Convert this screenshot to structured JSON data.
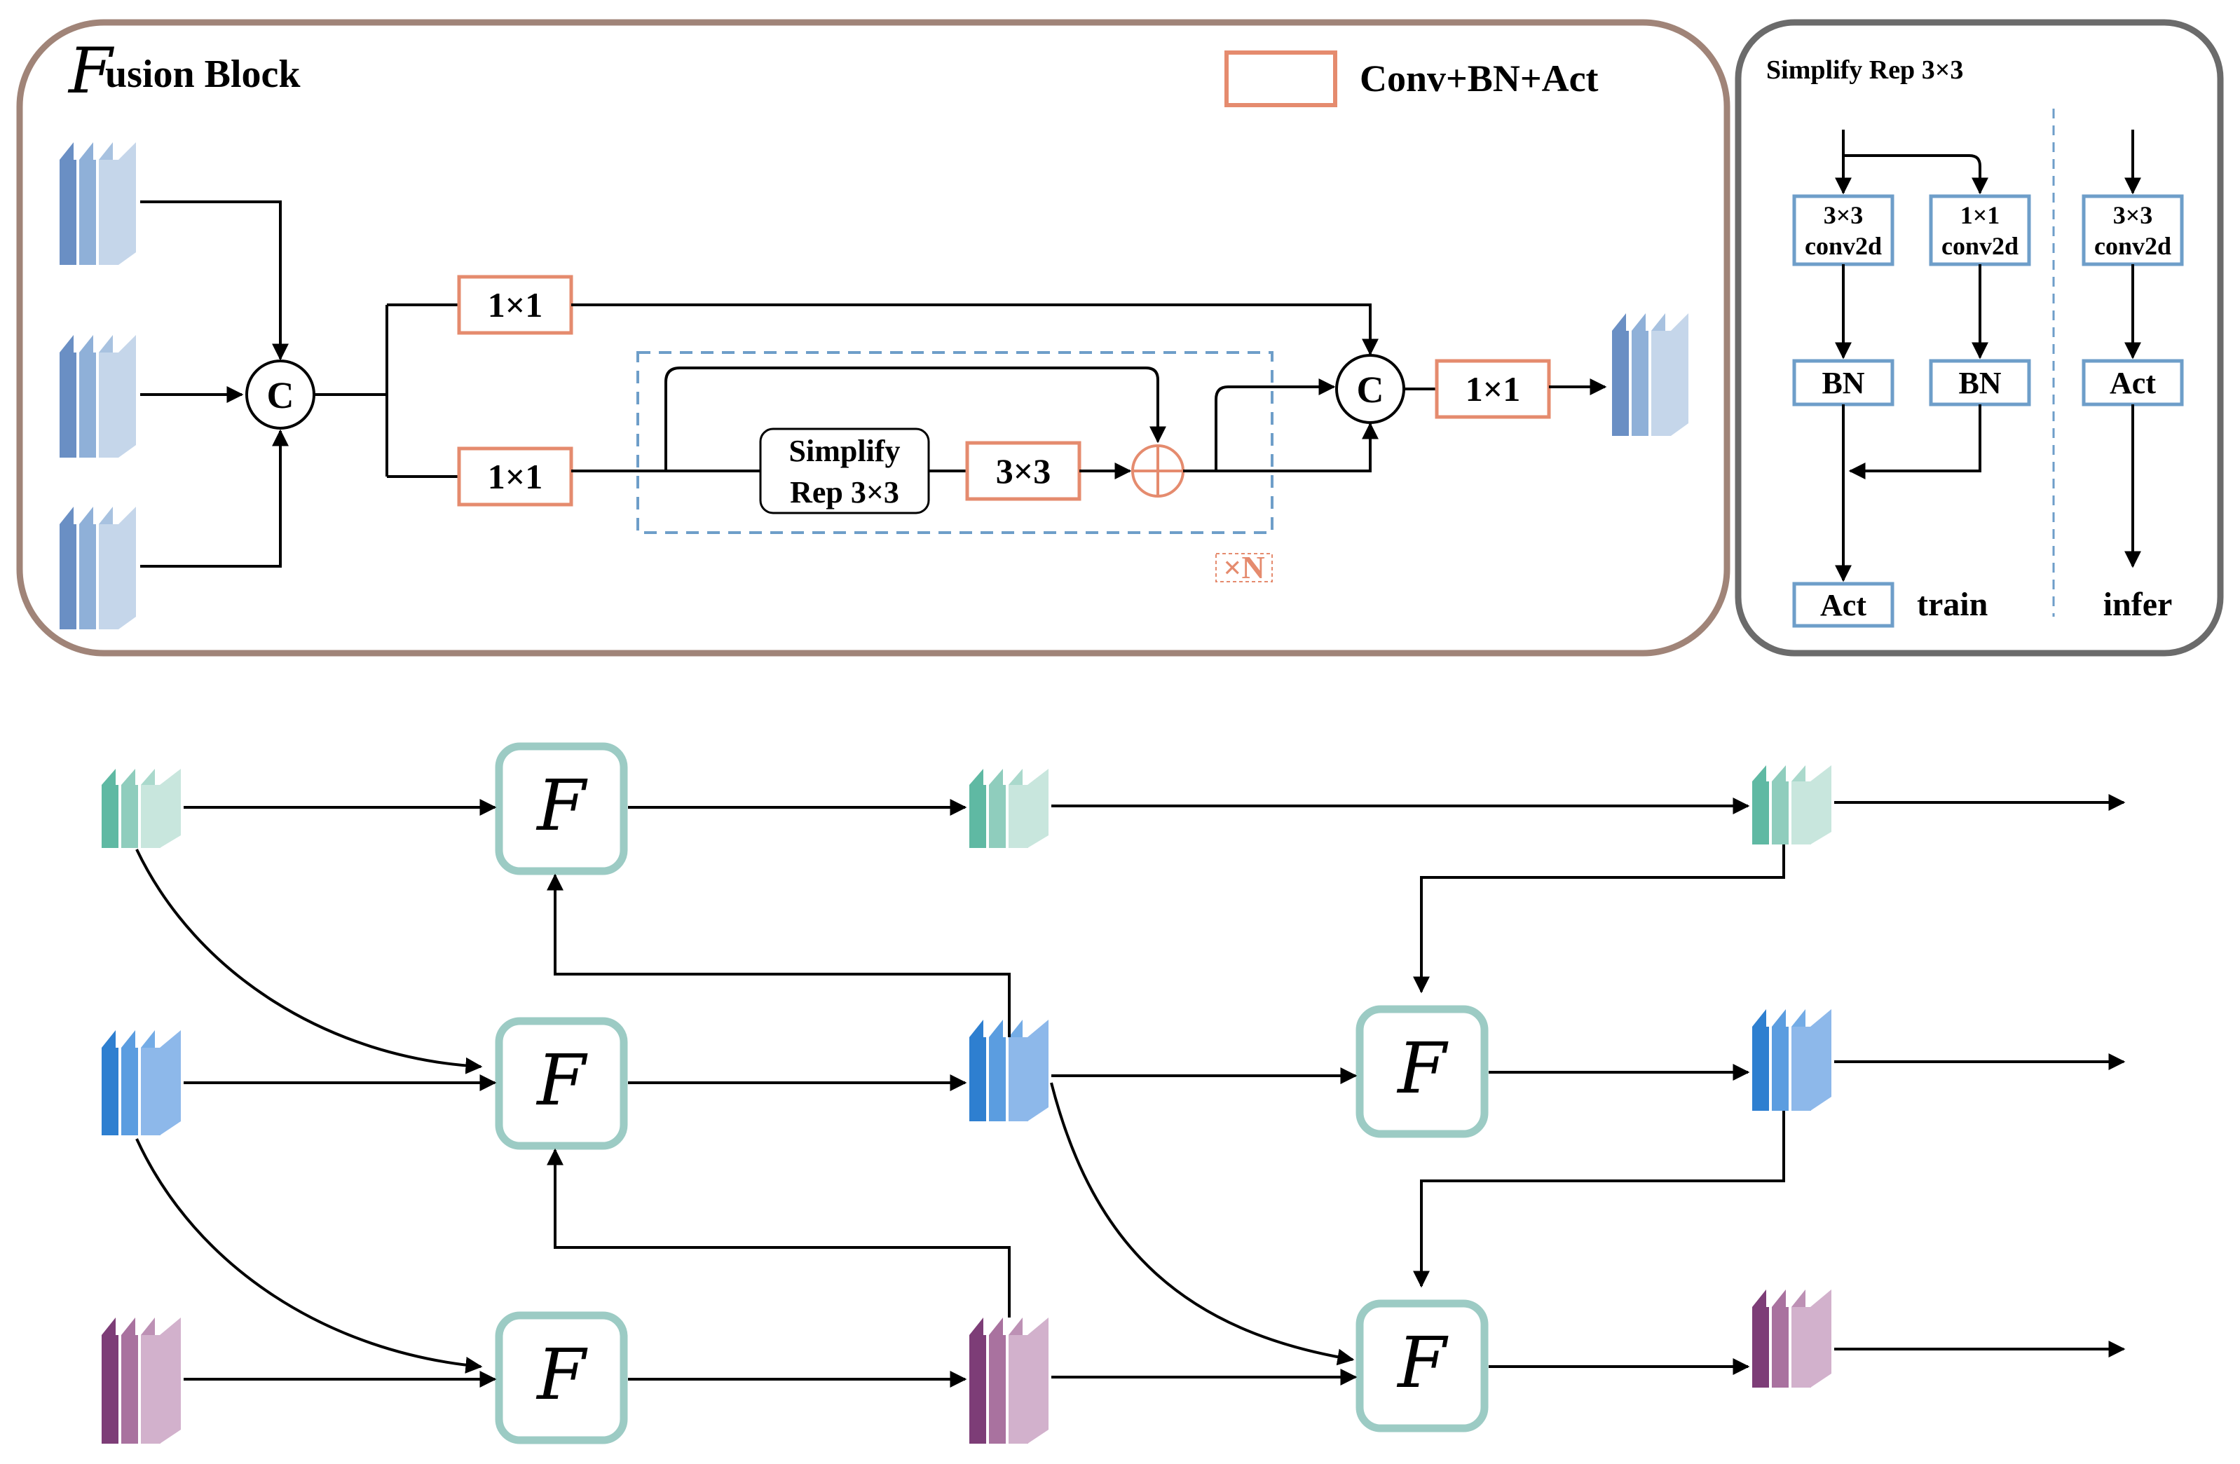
{
  "fusion_block": {
    "title_prefix": "F",
    "title_rest": "usion Block",
    "legend_label": "Conv+BN+Act",
    "concat_label": "C",
    "conv1x1_label": "1×1",
    "conv3x3_label": "3×3",
    "simplify_line1": "Simplify",
    "simplify_line2": "Rep 3×3",
    "repeat_label": "×N"
  },
  "simplify_rep": {
    "title": "Simplify Rep 3×3",
    "conv3x3_line1": "3×3",
    "conv3x3_line2": "conv2d",
    "conv1x1_line1": "1×1",
    "conv1x1_line2": "conv2d",
    "bn_label": "BN",
    "act_label": "Act",
    "train_label": "train",
    "infer_label": "infer"
  },
  "network": {
    "fusion_symbol": "F"
  },
  "colors": {
    "orange_box": "#e58b6e",
    "blue_box": "#6e9ec9",
    "teal_box": "#9ccbc4",
    "dashed": "#6e9ec9",
    "panel_left_border": "#a08478",
    "panel_right_border": "#6b6b6b",
    "feature_blue_top": [
      "#6a8fc4",
      "#8fb0d8",
      "#c5d6ea"
    ],
    "feature_teal": [
      "#5fb9a3",
      "#8fcdbd",
      "#c8e6dd"
    ],
    "feature_blue": [
      "#2e7fd0",
      "#5b9de0",
      "#8db8ea"
    ],
    "feature_purple": [
      "#7d3d77",
      "#a9729f",
      "#d2b1cc"
    ]
  }
}
